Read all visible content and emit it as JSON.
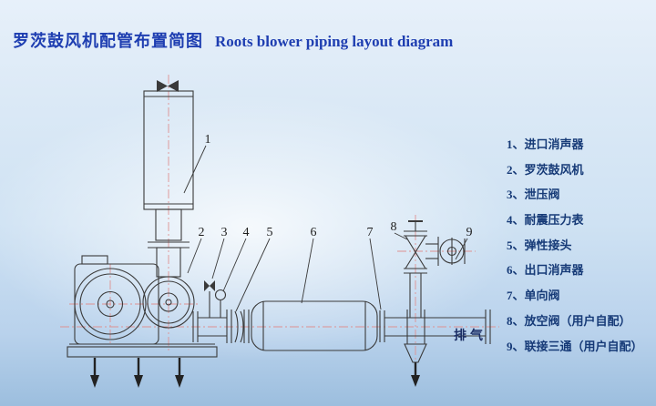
{
  "header": {
    "title_zh": "罗茨鼓风机配管布置简图",
    "title_en": "Roots blower piping layout diagram"
  },
  "diagram": {
    "callouts": [
      "1",
      "2",
      "3",
      "4",
      "5",
      "6",
      "7",
      "8",
      "9"
    ],
    "exhaust_label": "排气"
  },
  "legend": {
    "items": [
      "1、进口消声器",
      "2、罗茨鼓风机",
      "3、泄压阀",
      "4、耐震压力表",
      "5、弹性接头",
      "6、出口消声器",
      "7、单向阀",
      "8、放空阀（用户自配）",
      "9、联接三通（用户自配）"
    ]
  },
  "colors": {
    "title_blue": "#1e3eb1",
    "legend_navy": "#163a77",
    "centerline_pink": "#de9191",
    "drawing_line": "#3a3a3a",
    "background_blue": "#cfe2f3"
  }
}
